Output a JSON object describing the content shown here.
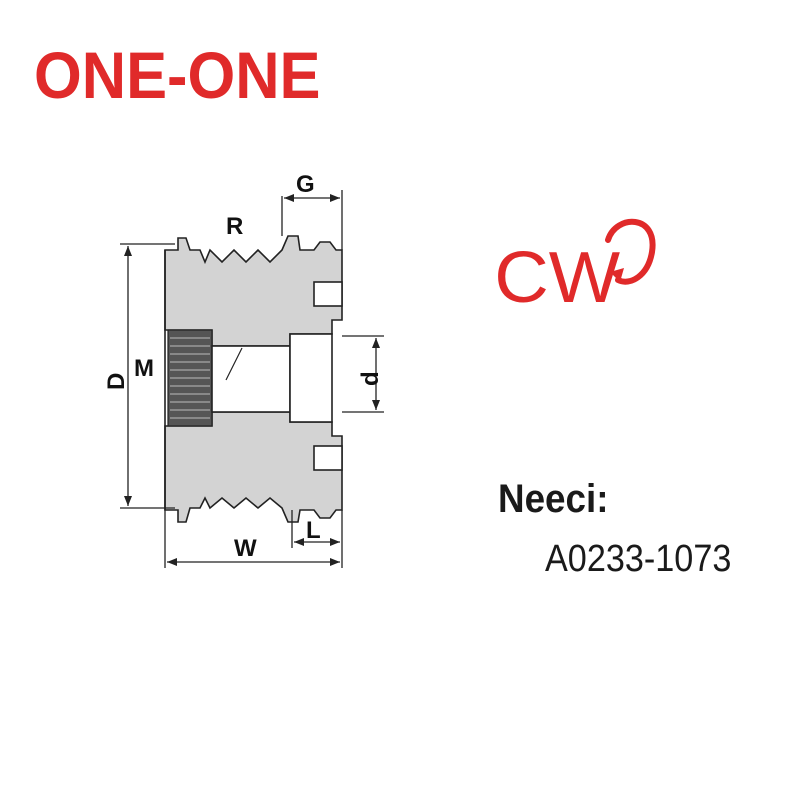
{
  "brand": {
    "name": "ONE-ONE",
    "color": "#e02a2a"
  },
  "rotation_badge": {
    "text": "CW",
    "icon": "clockwise-arrow-icon",
    "color": "#e02a2a"
  },
  "drawing": {
    "dimension_labels": {
      "G": "G",
      "R": "R",
      "D": "D",
      "M": "M",
      "d": "d",
      "W": "W",
      "L": "L"
    }
  },
  "part": {
    "label": "Neeci:",
    "number": "A0233-1073"
  }
}
